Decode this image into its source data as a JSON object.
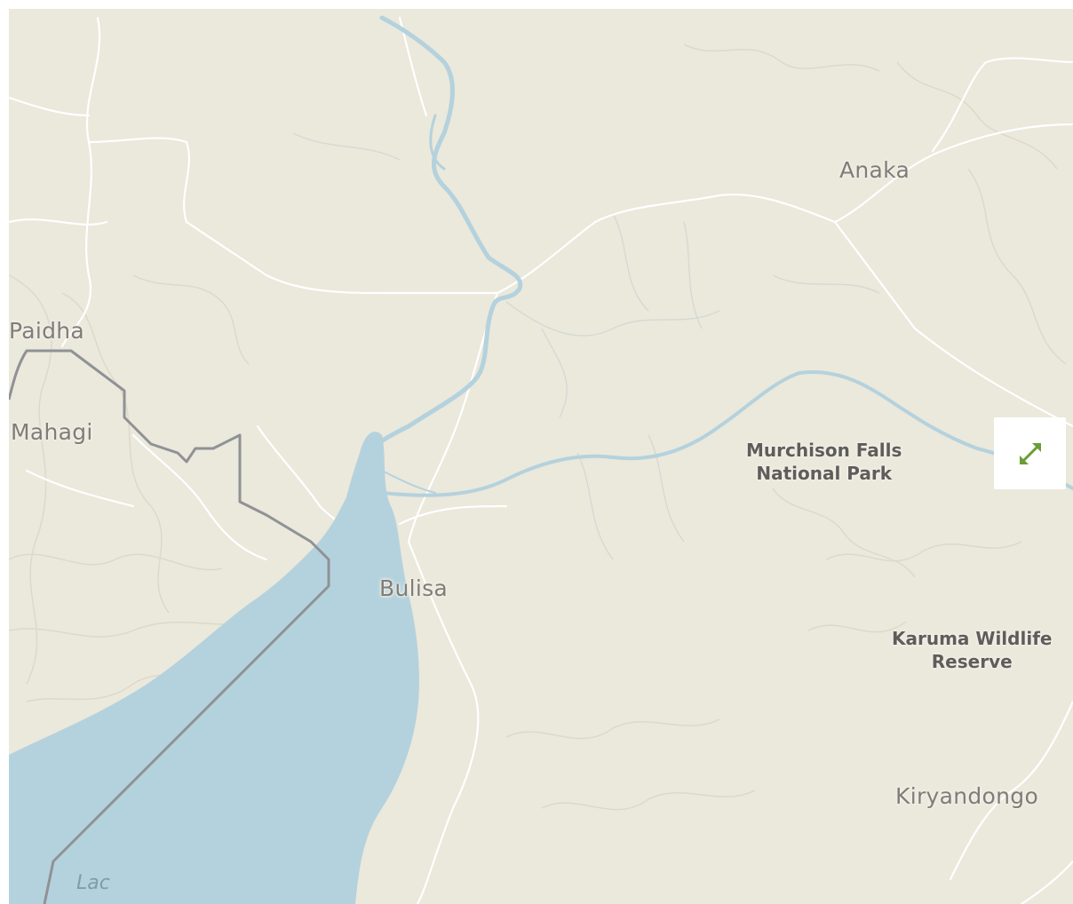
{
  "map": {
    "colors": {
      "land": "#ebe8dc",
      "water": "#b4d2dd",
      "road": "#ffffff",
      "border": "#8f9295",
      "terrain": "#dbd8c9",
      "button_icon": "#6a9e34"
    },
    "labels": {
      "anaka": "Anaka",
      "paidha": "Paidha",
      "mahagi": "Mahagi",
      "bulisa": "Bulisa",
      "murchison_line1": "Murchison Falls",
      "murchison_line2": "National Park",
      "karuma_line1": "Karuma Wildlife",
      "karuma_line2": "Reserve",
      "kiryandongo": "Kiryandongo",
      "lake": "Lac"
    }
  },
  "controls": {
    "fullscreen_icon": "expand-icon"
  }
}
